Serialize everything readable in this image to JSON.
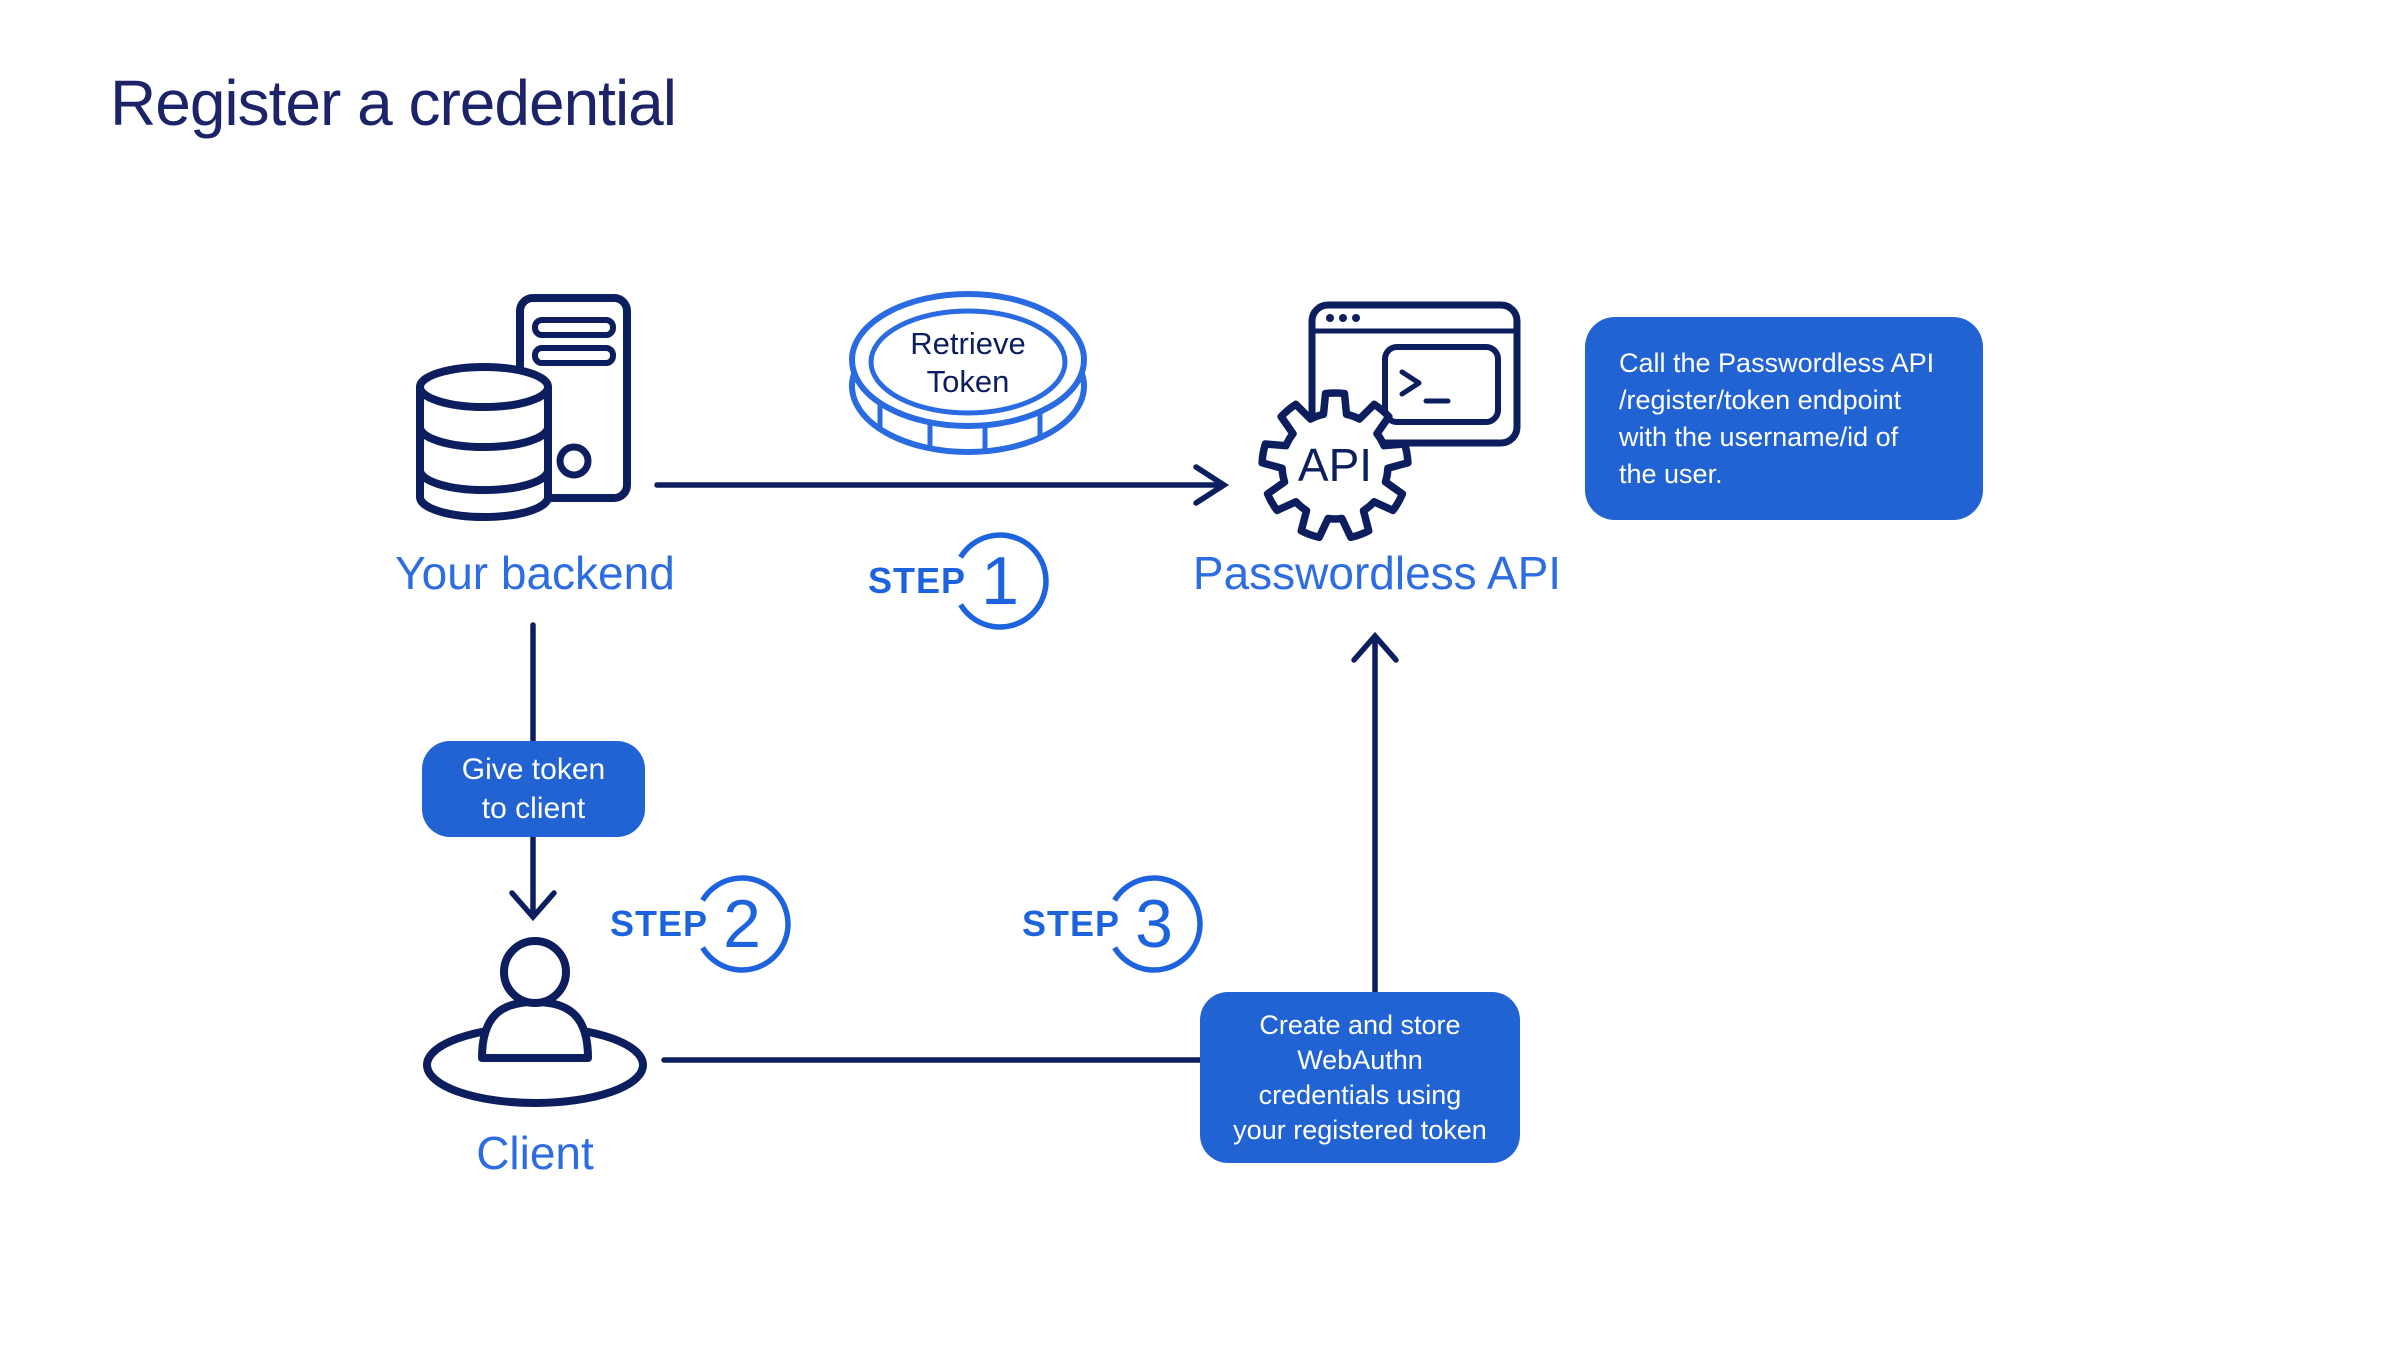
{
  "title": "Register a credential",
  "colors": {
    "navy": "#0d1e5e",
    "title": "#1c2368",
    "label_blue": "#2e6ce2",
    "step_blue": "#1e63de",
    "box_blue": "#2263d3",
    "coin_blue": "#2b6be2"
  },
  "nodes": {
    "backend": {
      "label": "Your backend"
    },
    "api": {
      "label": "Passwordless API",
      "gear_text": "API"
    },
    "client": {
      "label": "Client"
    }
  },
  "coin": {
    "text": "Retrieve\nToken"
  },
  "steps": [
    {
      "label": "STEP",
      "number": "1"
    },
    {
      "label": "STEP",
      "number": "2"
    },
    {
      "label": "STEP",
      "number": "3"
    }
  ],
  "callouts": {
    "register": "Call the Passwordless API\n/register/token endpoint\nwith the username/id of\nthe user.",
    "give_token": "Give token\nto client",
    "webauthn": "Create and store\nWebAuthn\ncredentials using\nyour registered token"
  }
}
